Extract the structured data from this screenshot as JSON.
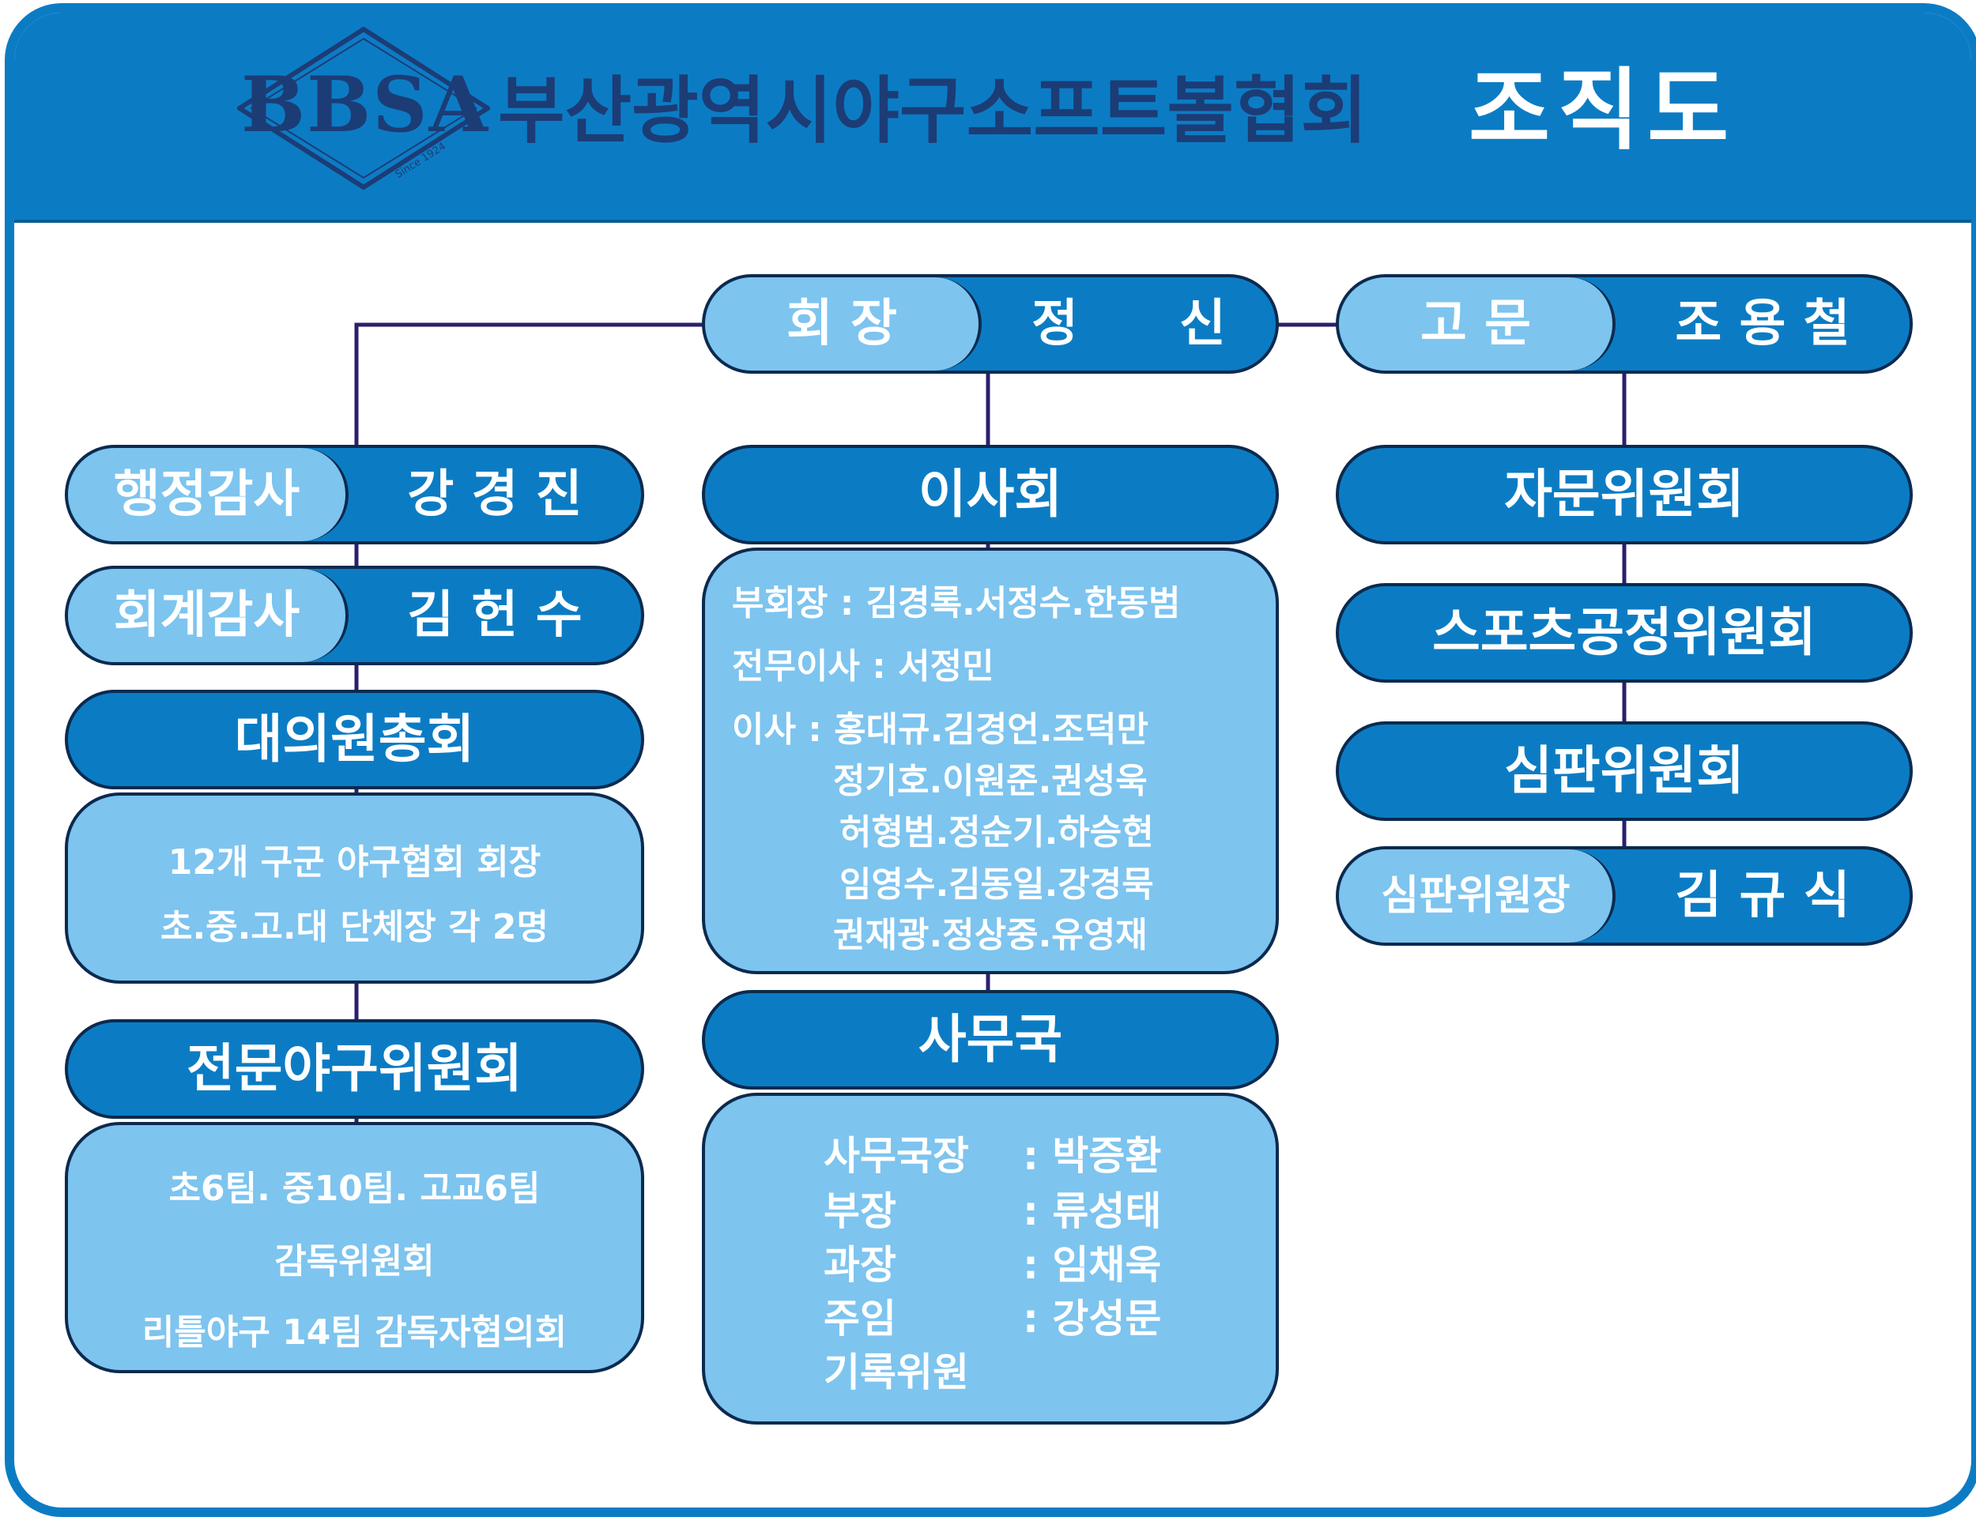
{
  "header": {
    "logo_text": "BBSA",
    "logo_sub": "Since 1924",
    "org_name": "부산광역시야구소프트볼협회",
    "title": "조직도"
  },
  "colors": {
    "frame": "#0b7cc4",
    "pill": "#0b7cc4",
    "label": "#7dc4ef",
    "line": "#2b1f6e",
    "logo": "#1c3c76"
  },
  "top": {
    "president": {
      "label": "회 장",
      "name": "정　　신"
    },
    "advisor": {
      "label": "고 문",
      "name": "조 용 철"
    }
  },
  "left": {
    "audit_admin": {
      "label": "행정감사",
      "name": "강 경 진"
    },
    "audit_account": {
      "label": "회계감사",
      "name": "김 헌 수"
    },
    "assembly": {
      "title": "대의원총회",
      "lines": [
        "12개 구군 야구협회 회장",
        "초.중.고.대 단체장 각 2명"
      ]
    },
    "expert": {
      "title": "전문야구위원회",
      "lines": [
        "초6팀. 중10팀. 고교6팀",
        "감독위원회",
        "리틀야구 14팀  감독자협의회"
      ]
    }
  },
  "center": {
    "board": {
      "title": "이사회",
      "lines": [
        "부회장 : 김경록.서정수.한동범",
        "전무이사 : 서정민",
        "이사 : 홍대규.김경언.조덕만",
        "정기호.이원준.권성욱",
        "허형범.정순기.하승현",
        "임영수.김동일.강경묵",
        "권재광.정상중.유영재"
      ]
    },
    "office": {
      "title": "사무국",
      "rows": [
        {
          "role": "사무국장",
          "name": ": 박증환"
        },
        {
          "role": "부장",
          "name": ": 류성태"
        },
        {
          "role": "과장",
          "name": ": 임채욱"
        },
        {
          "role": "주임",
          "name": ": 강성문"
        },
        {
          "role": "기록위원",
          "name": ""
        }
      ]
    }
  },
  "right": {
    "advisory": "자문위원회",
    "fair": "스포츠공정위원회",
    "umpire": "심판위원회",
    "umpire_chief": {
      "label": "심판위원장",
      "name": "김 규 식"
    }
  }
}
